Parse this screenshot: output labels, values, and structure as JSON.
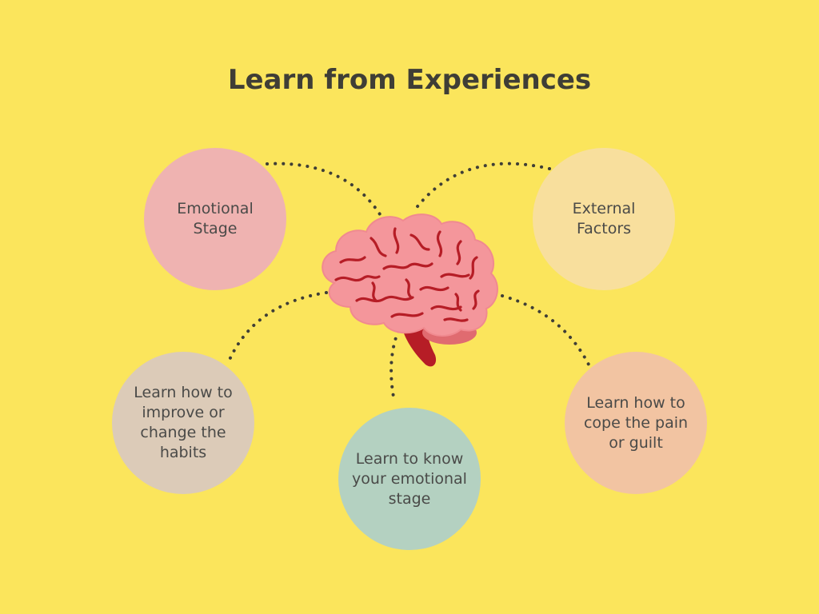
{
  "background": "#fbe55c",
  "title": "Learn from Experiences",
  "nodes": [
    {
      "label": "Emotional Stage",
      "color": "#efb3b1"
    },
    {
      "label": "External Factors",
      "color": "#f8df9d"
    },
    {
      "label": "Learn how to improve or change the habits",
      "color": "#dccbb8"
    },
    {
      "label": "Learn to know your emotional stage",
      "color": "#b4d1c1"
    },
    {
      "label": "Learn how to cope the pain or guilt",
      "color": "#f2c4a2"
    }
  ],
  "center_icon": "brain-icon",
  "colors": {
    "title_text": "#3f3e36",
    "node_text": "#4a4a48",
    "connector_dots": "#3f3e36",
    "brain_fill": "#f4969b",
    "brain_folds": "#b61d26"
  }
}
